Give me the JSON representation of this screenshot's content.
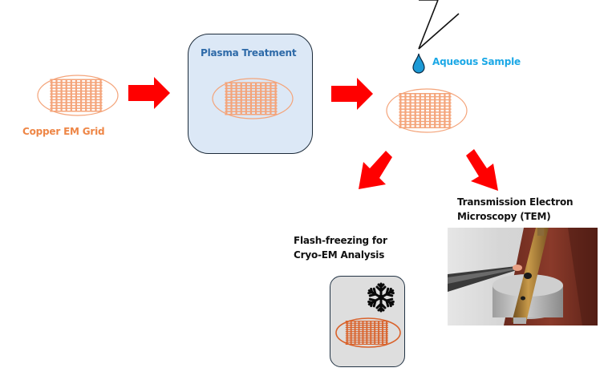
{
  "diagram": {
    "title": "EM grid preparation workflow",
    "steps": [
      {
        "id": "copper-grid",
        "label": "Copper EM Grid"
      },
      {
        "id": "plasma",
        "label": "Plasma Treatment"
      },
      {
        "id": "sample",
        "label": "Aqueous Sample"
      },
      {
        "id": "cryo",
        "label": "Flash-freezing for\nCryo-EM Analysis"
      },
      {
        "id": "tem",
        "label": "Transmission Electron\nMicroscopy (TEM)"
      }
    ],
    "icons": {
      "grid": "mesh-grid-icon",
      "pipette": "pipette-icon",
      "droplet": "droplet-icon",
      "snowflake": "snowflake-icon",
      "arrow": "arrow-icon",
      "photo": "tem-holder-photo"
    },
    "colors": {
      "copper": "#f4a47a",
      "copper_label": "#ee8646",
      "copper_dark": "#d9622b",
      "arrow": "#ff0000",
      "plasma_fill": "#dce8f6",
      "plasma_text": "#2e6aa8",
      "sample_text": "#1ba8e6",
      "droplet": "#1d9ad6"
    }
  }
}
